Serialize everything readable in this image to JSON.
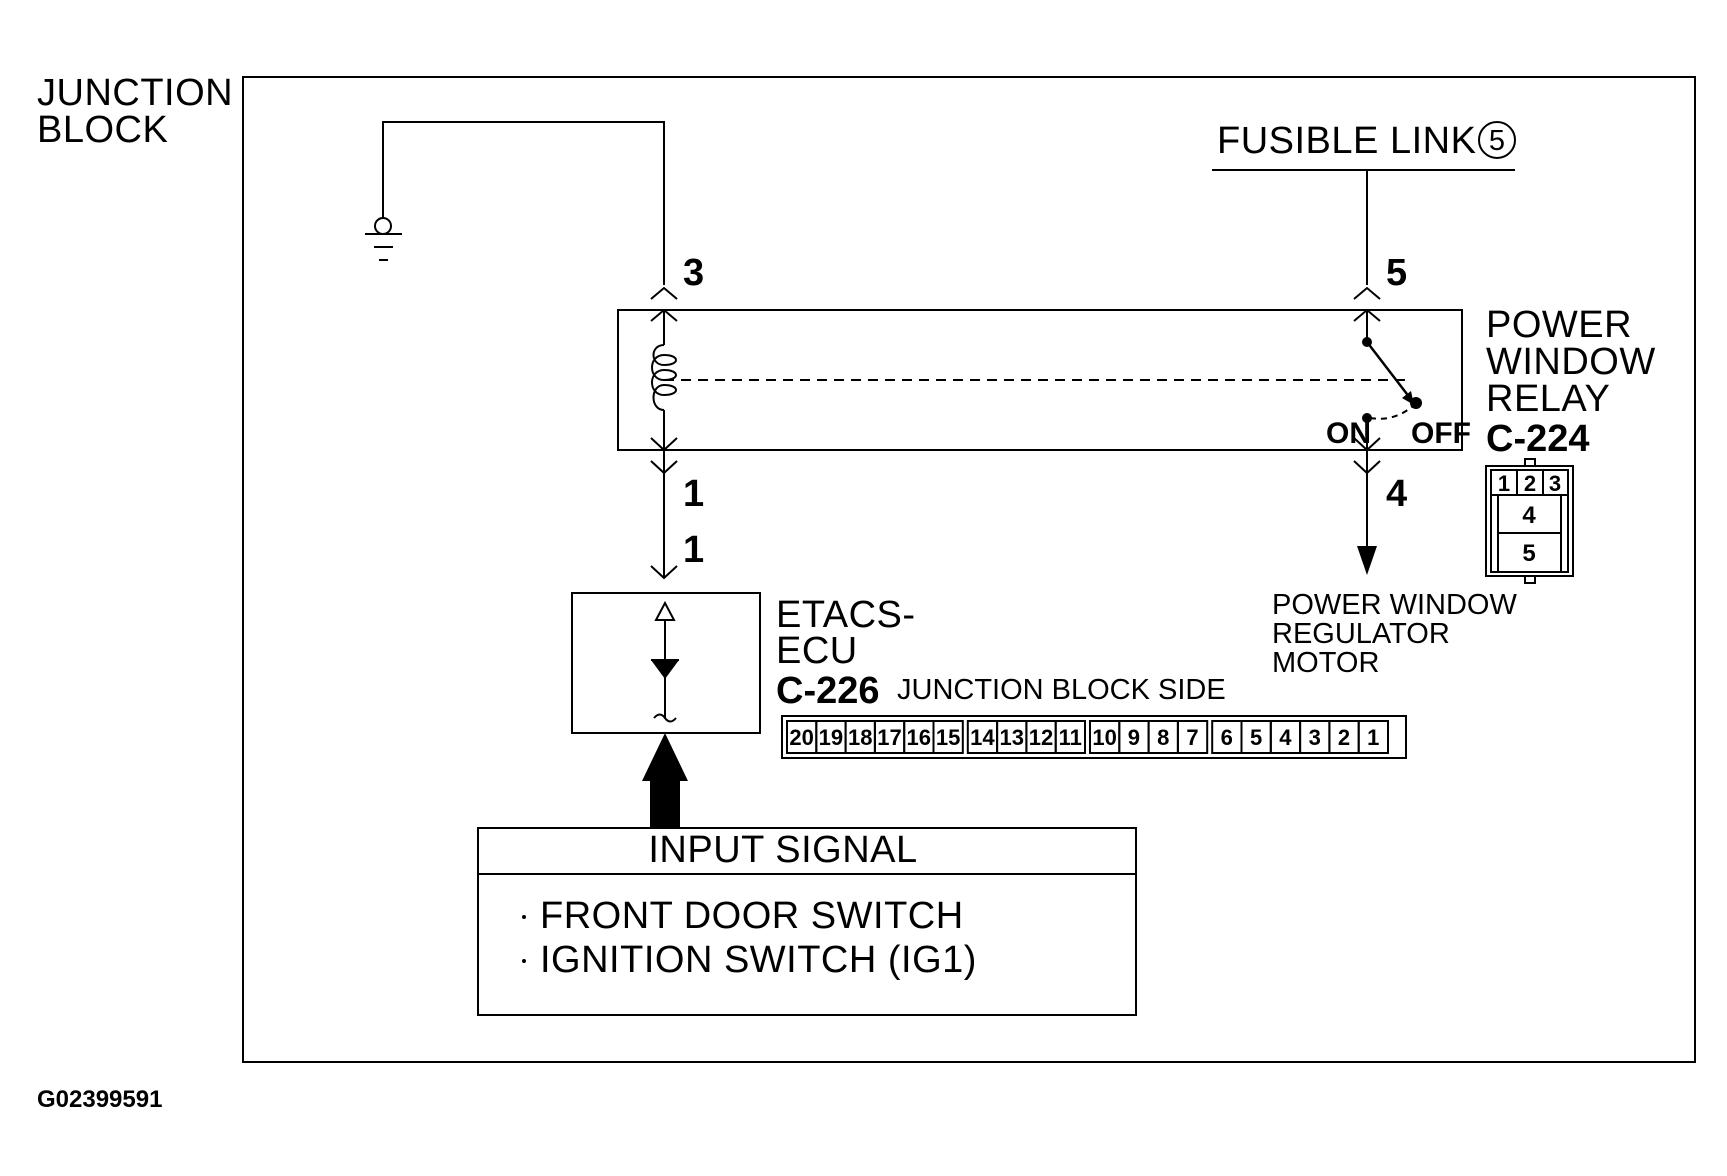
{
  "junction_block": {
    "line1": "JUNCTION",
    "line2": "BLOCK"
  },
  "fusible_link": {
    "label": "FUSIBLE LINK",
    "number": "5"
  },
  "relay": {
    "line1": "POWER",
    "line2": "WINDOW",
    "line3": "RELAY",
    "connector": "C-224",
    "pins": {
      "top_left": "3",
      "top_right": "5",
      "bottom_left": "1",
      "bottom_right": "4"
    },
    "switch_on": "ON",
    "switch_off": "OFF",
    "connector_face": {
      "row1": [
        "1",
        "2",
        "3"
      ],
      "row2": "4",
      "row3": "5"
    }
  },
  "ecu": {
    "line1": "ETACS-",
    "line2": "ECU",
    "connector": "C-226",
    "pin": "1",
    "side_label": "JUNCTION BLOCK SIDE",
    "connector_face": [
      "20",
      "19",
      "18",
      "17",
      "16",
      "15",
      "14",
      "13",
      "12",
      "11",
      "10",
      "9",
      "8",
      "7",
      "6",
      "5",
      "4",
      "3",
      "2",
      "1"
    ]
  },
  "motor": {
    "line1": "POWER WINDOW",
    "line2": "REGULATOR",
    "line3": "MOTOR"
  },
  "input_signal": {
    "title": "INPUT SIGNAL",
    "items": [
      "FRONT DOOR SWITCH",
      "IGNITION SWITCH (IG1)"
    ]
  },
  "figure_id": "G02399591"
}
